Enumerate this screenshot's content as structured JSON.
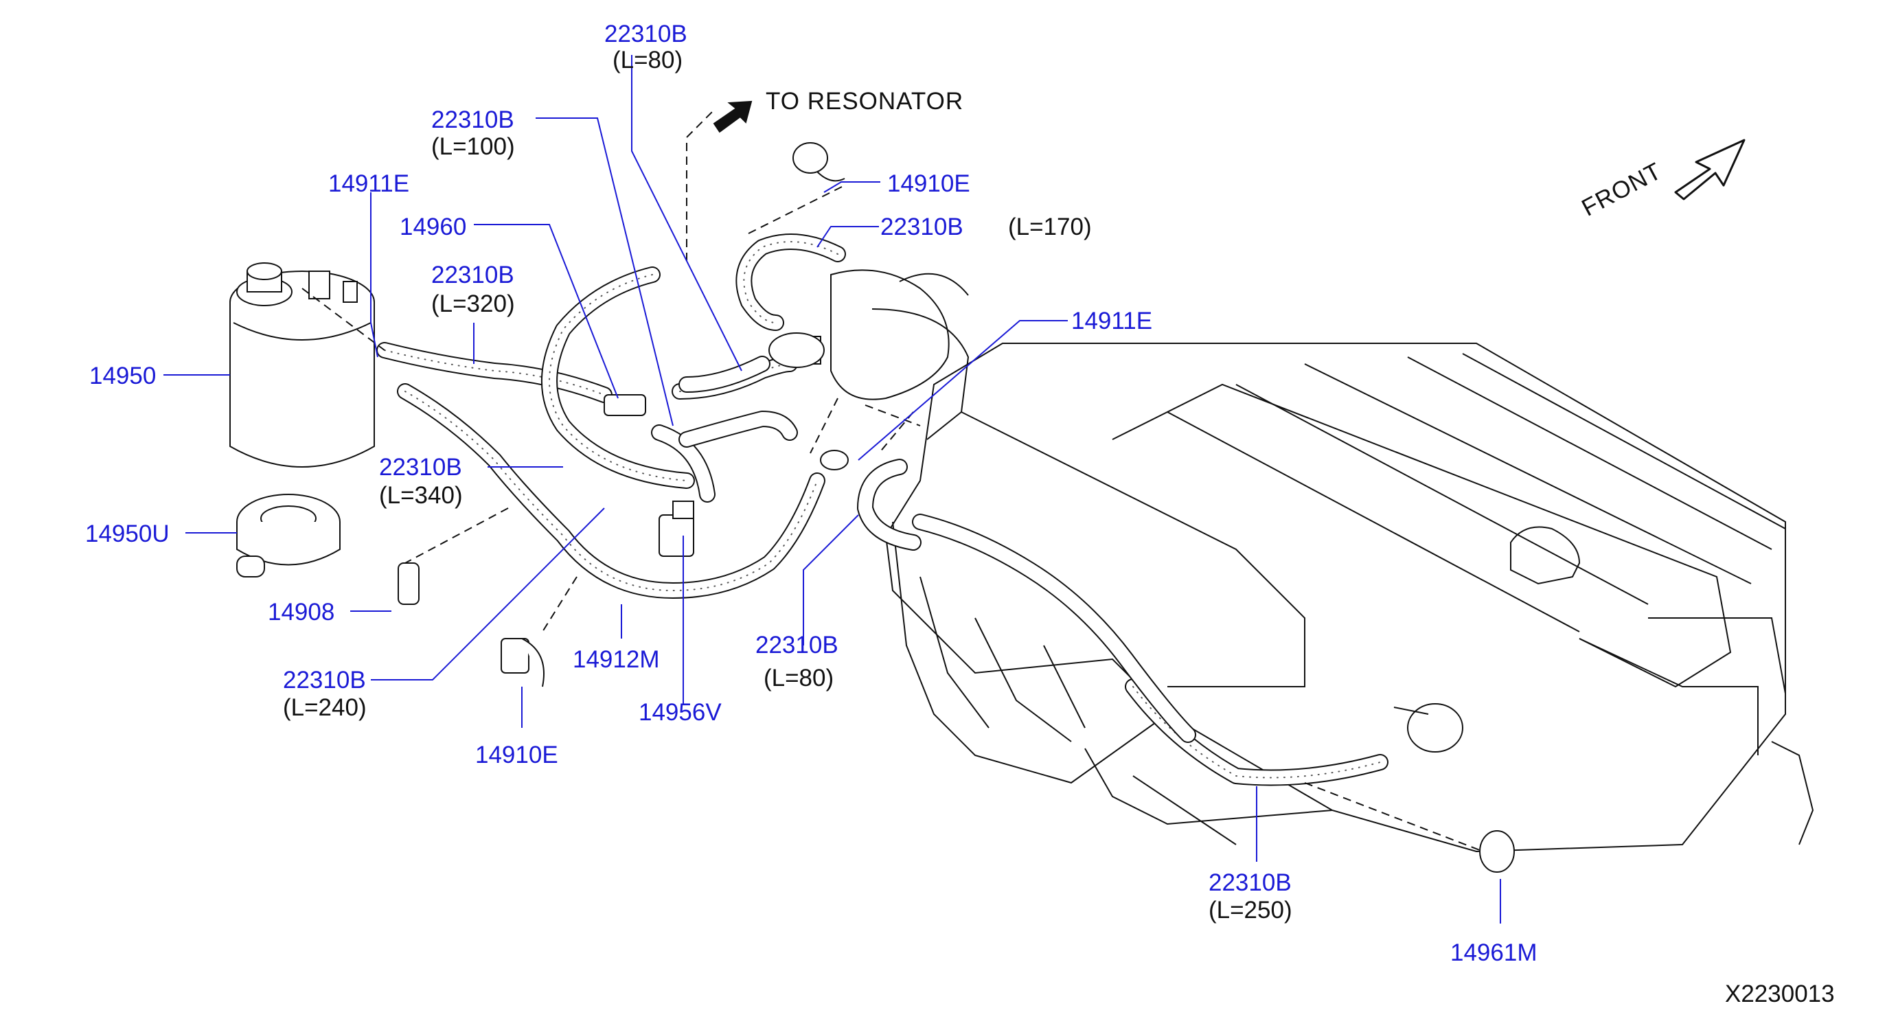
{
  "labels": {
    "p_22310B_top": "22310B",
    "l_80_top": "(L=80)",
    "to_resonator": "TO  RESONATOR",
    "p_22310B_100": "22310B",
    "l_100": "(L=100)",
    "p_14910E_top": "14910E",
    "p_22310B_170": "22310B",
    "l_170": "(L=170)",
    "p_14911E_left": "14911E",
    "p_14960": "14960",
    "p_22310B_320": "22310B",
    "l_320": "(L=320)",
    "p_14911E_right": "14911E",
    "p_14950": "14950",
    "p_22310B_340": "22310B",
    "l_340": "(L=340)",
    "p_14950U": "14950U",
    "p_14908": "14908",
    "p_22310B_240": "22310B",
    "l_240": "(L=240)",
    "p_14912M": "14912M",
    "p_22310B_80b": "22310B",
    "l_80b": "(L=80)",
    "p_14956V": "14956V",
    "p_14910E_bottom": "14910E",
    "p_22310B_250": "22310B",
    "l_250": "(L=250)",
    "p_14961M": "14961M",
    "front": "FRONT",
    "diagram_id": "X2230013"
  },
  "colors": {
    "part_number": "#1a1ad6",
    "line": "#111111",
    "background": "#ffffff"
  }
}
